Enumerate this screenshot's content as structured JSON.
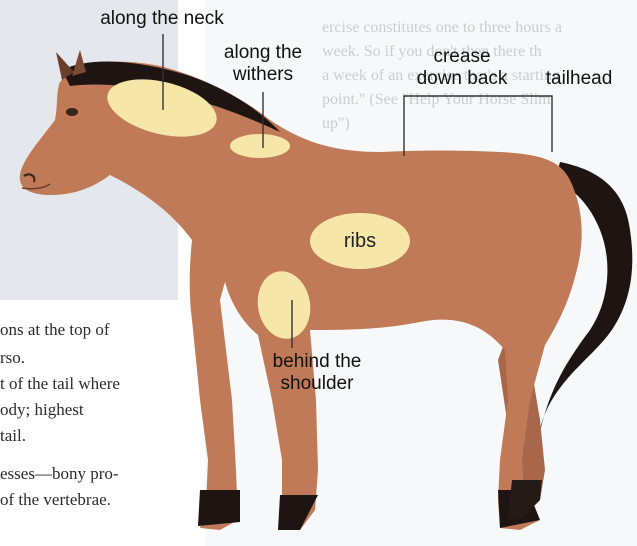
{
  "labels": {
    "neck": "along the neck",
    "withers_line1": "along the",
    "withers_line2": "withers",
    "crease_line1": "crease",
    "crease_line2": "down back",
    "tailhead": "tailhead",
    "ribs": "ribs",
    "shoulder_line1": "behind the",
    "shoulder_line2": "shoulder"
  },
  "background_text_left": [
    "ons at the top of",
    "rso.",
    "t of the tail where",
    "ody; highest",
    "tail.",
    "esses—bony pro-",
    "of the vertebrae."
  ],
  "background_text_right": [
    "ercise constitutes one to three hours a",
    "week. So if you don't then there th",
    "a week of an exercise that's a starting",
    "point.\" (See \"Help Your Horse Slim",
    "up\")"
  ],
  "colors": {
    "horse_coat": "#c07a57",
    "horse_mane": "#1e1512",
    "fat_patch": "#f6e6a8",
    "panel_bg": "#e4e8ec",
    "leader_line": "#333333"
  }
}
